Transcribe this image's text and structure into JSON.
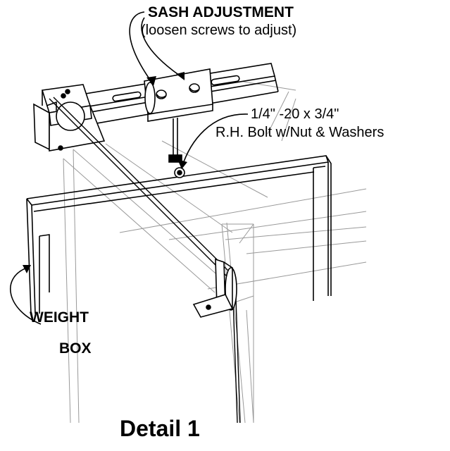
{
  "labels": {
    "sash_adjustment": "SASH ADJUSTMENT",
    "loosen_screws": "(loosen screws to adjust)",
    "bolt_line1": "1/4\" -20 x 3/4\"",
    "bolt_line2": "R.H. Bolt w/Nut & Washers",
    "weight": "WEIGHT",
    "box": "BOX",
    "detail": "Detail 1"
  },
  "colors": {
    "ink": "#000000",
    "frame_light": "#999999",
    "background": "#ffffff"
  }
}
